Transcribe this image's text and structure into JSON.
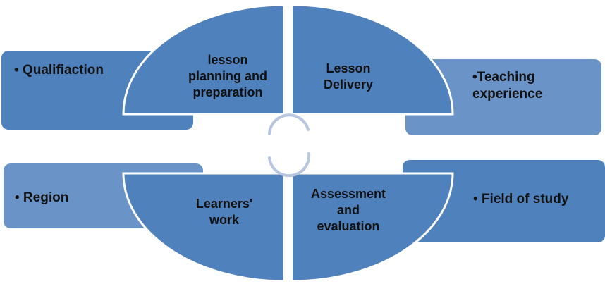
{
  "colors": {
    "box_dark": "#4f81bd",
    "box_light": "#6a93c8",
    "quadrant_fill": "#4f81bd",
    "quadrant_stroke": "#ffffff",
    "arrow": "#b8c7e0",
    "text": "#111111"
  },
  "side_boxes": {
    "top_left": "• Qualifiaction",
    "top_right": "•Teaching\nexperience",
    "bottom_left": "• Region",
    "bottom_right": "• Field of study"
  },
  "quadrants": {
    "top_left": "lesson\nplanning and\npreparation",
    "top_right": "Lesson\nDelivery",
    "bottom_left": "Learners'\nwork",
    "bottom_right": "Assessment\nand\nevaluation"
  }
}
